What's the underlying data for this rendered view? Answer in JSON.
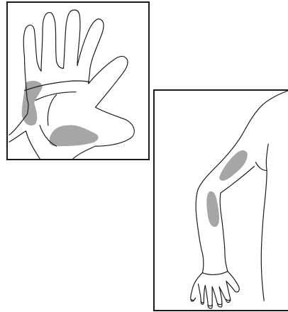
{
  "figure": {
    "panels": [
      {
        "id": "hand",
        "view": "palm",
        "highlighted_areas": [
          "ulnar-palm-edge",
          "thenar-eminence"
        ]
      },
      {
        "id": "arm",
        "view": "full-arm",
        "highlighted_areas": [
          "upper-arm",
          "forearm"
        ]
      }
    ]
  },
  "colors": {
    "highlight": "#a6a6a6",
    "line": "#1a1a1a",
    "border": "#1a1a1a",
    "background": "#ffffff"
  }
}
